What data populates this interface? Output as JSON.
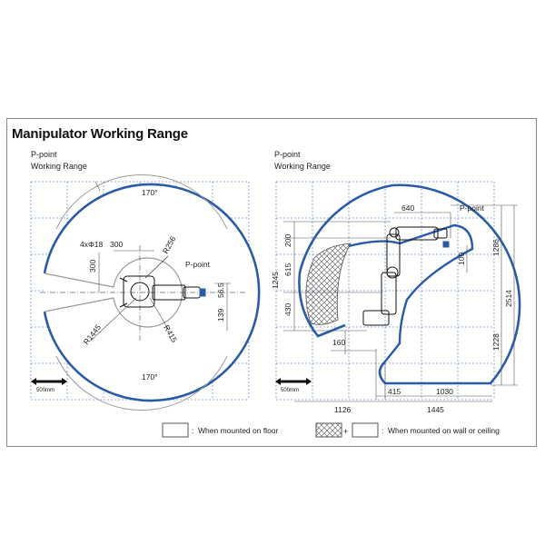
{
  "title": "Manipulator Working Range",
  "colors": {
    "range": "#2a5ba8",
    "grid": "#6f97cf",
    "dim": "#555555",
    "wall_area": "#aaaaaa"
  },
  "left_view": {
    "ppoint_label_line1": "P-point",
    "ppoint_label_line2": "Working Range",
    "angle_top": "170°",
    "angle_bottom": "170°",
    "holes": "4xΦ18",
    "dim_300_h": "300",
    "dim_300_v": "300",
    "r256": "R256",
    "ppoint": "P-point",
    "dim_56_5": "56.5",
    "dim_139": "139",
    "r1445": "R1445",
    "r415": "R415",
    "scale": "500mm"
  },
  "right_view": {
    "ppoint_label_line1": "P-point",
    "ppoint_label_line2": "Working Range",
    "dim_640": "640",
    "ppoint": "P-point",
    "dim_200": "200",
    "dim_615": "615",
    "dim_1245": "1245",
    "dim_430": "430",
    "dim_100": "100",
    "dim_1286": "1286",
    "dim_2514": "2514",
    "dim_1228": "1228",
    "dim_160": "160",
    "dim_415": "415",
    "dim_1030": "1030",
    "dim_1126": "1126",
    "dim_1445": "1445",
    "scale": "500mm"
  },
  "legend": {
    "floor_colon": ":",
    "floor_text": "When mounted on floor",
    "plus": "+",
    "wall_colon": ":",
    "wall_text": "When mounted on wall or ceiling"
  }
}
